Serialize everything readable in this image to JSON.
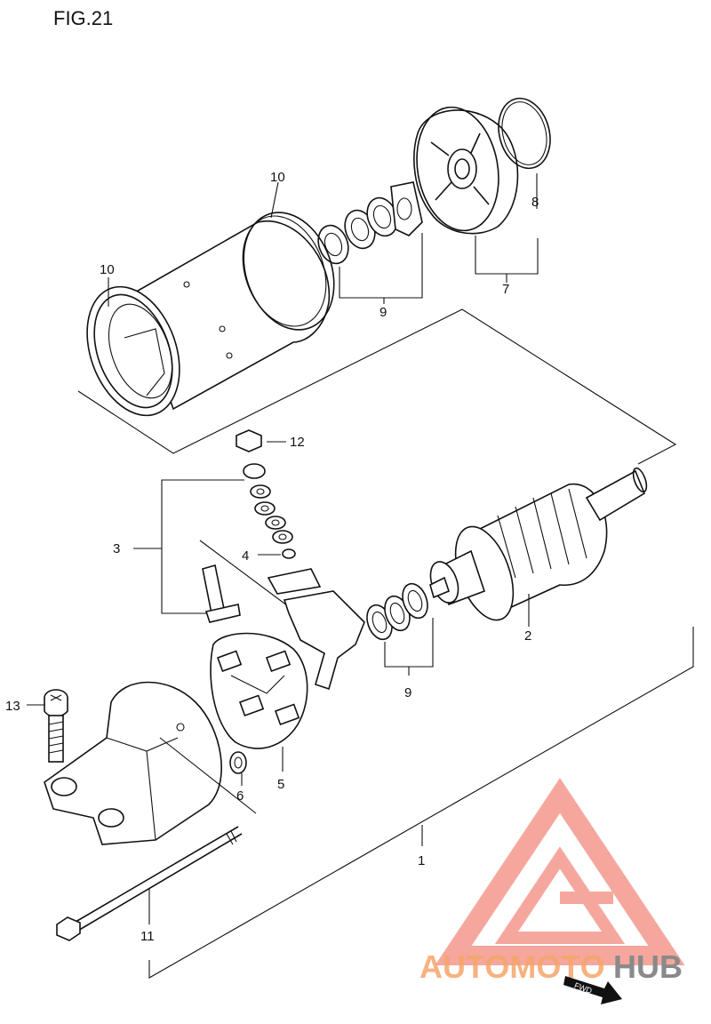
{
  "figure": {
    "title": "FIG.21"
  },
  "callouts": {
    "c1": "1",
    "c2": "2",
    "c3": "3",
    "c4": "4",
    "c5": "5",
    "c6": "6",
    "c7": "7",
    "c8": "8",
    "c9a": "9",
    "c9b": "9",
    "c10a": "10",
    "c10b": "10",
    "c11": "11",
    "c12": "12",
    "c13": "13"
  },
  "watermark": {
    "part1": "AUTOMOTO",
    "part2": "HUB",
    "color_main": "#f28a7e",
    "color_accent": "#f5b15a",
    "color_hub": "#8a8a8a"
  },
  "fwd_label": "FWD"
}
